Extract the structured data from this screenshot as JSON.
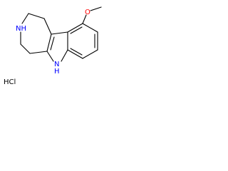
{
  "molecule": {
    "labels": {
      "oxygen": "O",
      "methyl_text": "",
      "amine_nh": "NH",
      "indole_nh_n": "N",
      "indole_nh_h": "H",
      "salt": "HCl"
    },
    "colors": {
      "bond": "#000000",
      "nitrogen": "#0000ff",
      "oxygen": "#ff0000",
      "text": "#000000"
    }
  }
}
